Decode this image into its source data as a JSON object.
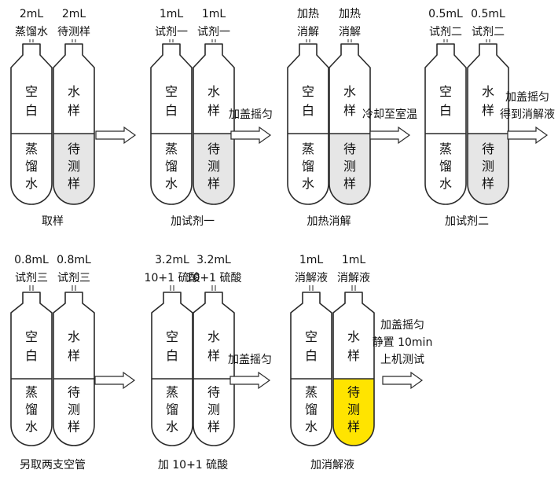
{
  "colors": {
    "outline": "#2a2a2a",
    "tube_fill": "#ffffff",
    "sample_gray": "#e6e6e6",
    "sample_yellow": "#ffe400",
    "arrow_fill": "#ffffff"
  },
  "rows": [
    {
      "stages": [
        {
          "caption": "取样",
          "tubes": [
            {
              "top_label": [
                "2mL",
                "蒸馏水"
              ],
              "upper_text": [
                "空",
                "白"
              ],
              "lower_text": [
                "蒸",
                "馏",
                "水"
              ],
              "lower_color": "white"
            },
            {
              "top_label": [
                "2mL",
                "待测样"
              ],
              "upper_text": [
                "水",
                "样"
              ],
              "lower_text": [
                "待",
                "测",
                "样"
              ],
              "lower_color": "gray"
            }
          ]
        },
        {
          "caption": "加试剂一",
          "tubes": [
            {
              "top_label": [
                "1mL",
                "试剂一"
              ],
              "upper_text": [
                "空",
                "白"
              ],
              "lower_text": [
                "蒸",
                "馏",
                "水"
              ],
              "lower_color": "white"
            },
            {
              "top_label": [
                "1mL",
                "试剂一"
              ],
              "upper_text": [
                "水",
                "样"
              ],
              "lower_text": [
                "待",
                "测",
                "样"
              ],
              "lower_color": "gray"
            }
          ]
        },
        {
          "caption": "加热消解",
          "tubes": [
            {
              "top_label": [
                "加热",
                "消解"
              ],
              "upper_text": [
                "空",
                "白"
              ],
              "lower_text": [
                "蒸",
                "馏",
                "水"
              ],
              "lower_color": "white"
            },
            {
              "top_label": [
                "加热",
                "消解"
              ],
              "upper_text": [
                "水",
                "样"
              ],
              "lower_text": [
                "待",
                "测",
                "样"
              ],
              "lower_color": "gray"
            }
          ]
        },
        {
          "caption": "加试剂二",
          "tubes": [
            {
              "top_label": [
                "0.5mL",
                "试剂二"
              ],
              "upper_text": [
                "空",
                "白"
              ],
              "lower_text": [
                "蒸",
                "馏",
                "水"
              ],
              "lower_color": "white"
            },
            {
              "top_label": [
                "0.5mL",
                "试剂二"
              ],
              "upper_text": [
                "水",
                "样"
              ],
              "lower_text": [
                "待",
                "测",
                "样"
              ],
              "lower_color": "gray"
            }
          ]
        }
      ],
      "arrows": [
        {
          "label": []
        },
        {
          "label": [
            "加盖摇匀"
          ]
        },
        {
          "label": [
            "冷却至室温"
          ]
        },
        {
          "label": [
            "加盖摇匀",
            "得到消解液"
          ]
        }
      ]
    },
    {
      "stages": [
        {
          "caption": "另取两支空管",
          "tubes": [
            {
              "top_label": [
                "0.8mL",
                "试剂三"
              ],
              "upper_text": [
                "空",
                "白"
              ],
              "lower_text": [
                "蒸",
                "馏",
                "水"
              ],
              "lower_color": "white"
            },
            {
              "top_label": [
                "0.8mL",
                "试剂三"
              ],
              "upper_text": [
                "水",
                "样"
              ],
              "lower_text": [
                "待",
                "测",
                "样"
              ],
              "lower_color": "white"
            }
          ]
        },
        {
          "caption": "加 10+1 硫酸",
          "tubes": [
            {
              "top_label": [
                "3.2mL",
                "10+1 硫酸"
              ],
              "upper_text": [
                "空",
                "白"
              ],
              "lower_text": [
                "蒸",
                "馏",
                "水"
              ],
              "lower_color": "white"
            },
            {
              "top_label": [
                "3.2mL",
                "10+1 硫酸"
              ],
              "upper_text": [
                "水",
                "样"
              ],
              "lower_text": [
                "待",
                "测",
                "样"
              ],
              "lower_color": "white"
            }
          ]
        },
        {
          "caption": "加消解液",
          "tubes": [
            {
              "top_label": [
                "1mL",
                "消解液"
              ],
              "upper_text": [
                "空",
                "白"
              ],
              "lower_text": [
                "蒸",
                "馏",
                "水"
              ],
              "lower_color": "white"
            },
            {
              "top_label": [
                "1mL",
                "消解液"
              ],
              "upper_text": [
                "水",
                "样"
              ],
              "lower_text": [
                "待",
                "测",
                "样"
              ],
              "lower_color": "yellow"
            }
          ]
        }
      ],
      "arrows": [
        {
          "label": []
        },
        {
          "label": [
            "加盖摇匀"
          ]
        },
        {
          "label": [
            "加盖摇匀",
            "静置 10min",
            "上机测试"
          ]
        }
      ]
    }
  ]
}
